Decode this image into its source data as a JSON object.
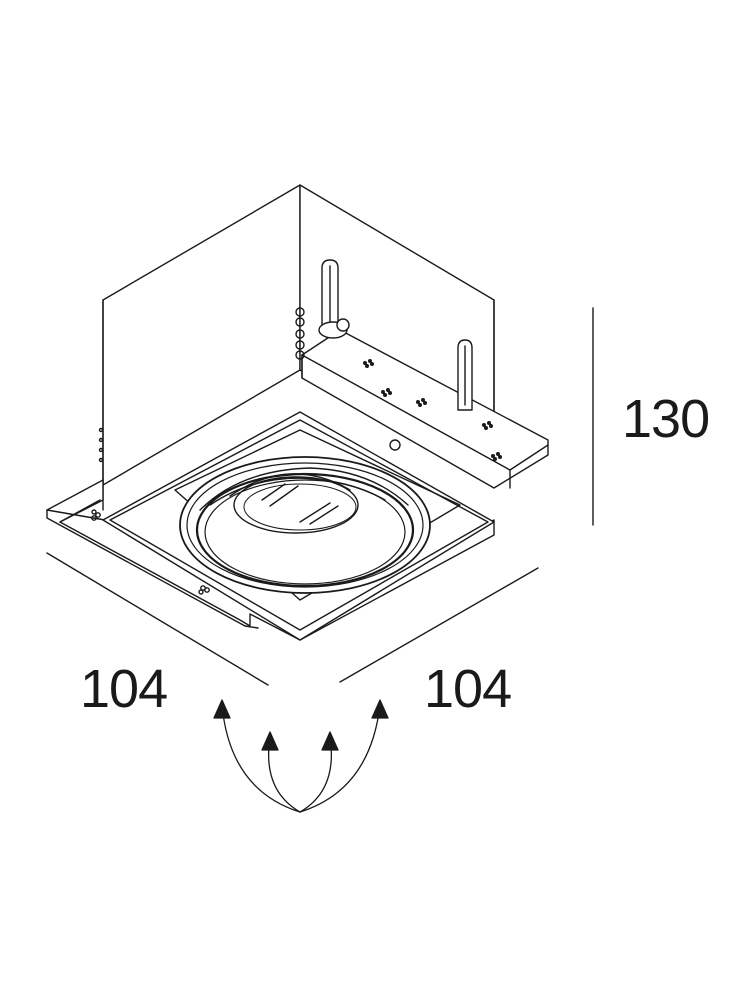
{
  "colors": {
    "line": "#1a1a1a",
    "background": "#ffffff"
  },
  "dimensions": {
    "height": "130",
    "width_left": "104",
    "width_right": "104"
  },
  "icons": {
    "tilt": "tilt-arrows-icon",
    "fixture": "recessed-downlight-fixture"
  }
}
